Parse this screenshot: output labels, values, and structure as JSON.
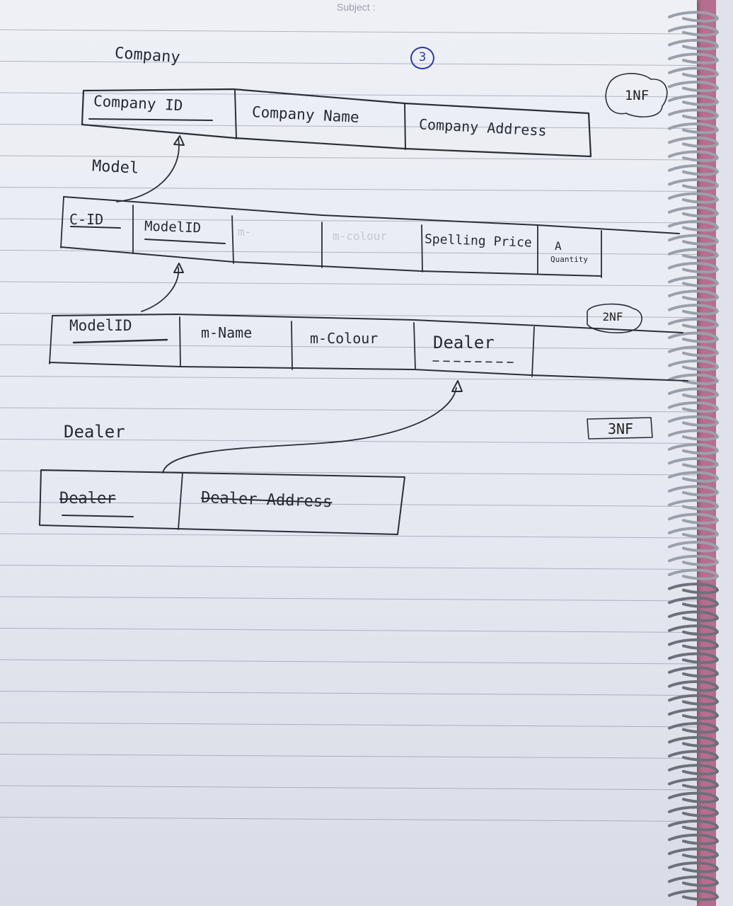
{
  "header": {
    "subject_label": "Subject :",
    "page_number": "3"
  },
  "company": {
    "title": "Company",
    "normal_form": "1NF",
    "columns": [
      "Company ID",
      "Company Name",
      "Company Address"
    ]
  },
  "model": {
    "title": "Model",
    "columns": [
      "C-ID",
      "ModelID",
      "m-",
      "m-colour",
      "Spelling Price",
      "A",
      "Quantity"
    ]
  },
  "model2": {
    "normal_form": "2NF",
    "columns": [
      "ModelID",
      "m-Name",
      "m-Colour",
      "Dealer"
    ]
  },
  "dealer": {
    "title": "Dealer",
    "normal_form": "3NF",
    "columns": [
      "Dealer",
      "Dealer Address"
    ]
  },
  "colors": {
    "ink": "#2a2e36",
    "page_number_ink": "#2b3aa8",
    "paper": "#eef0f6",
    "rule_line": "#8a8f9c"
  }
}
